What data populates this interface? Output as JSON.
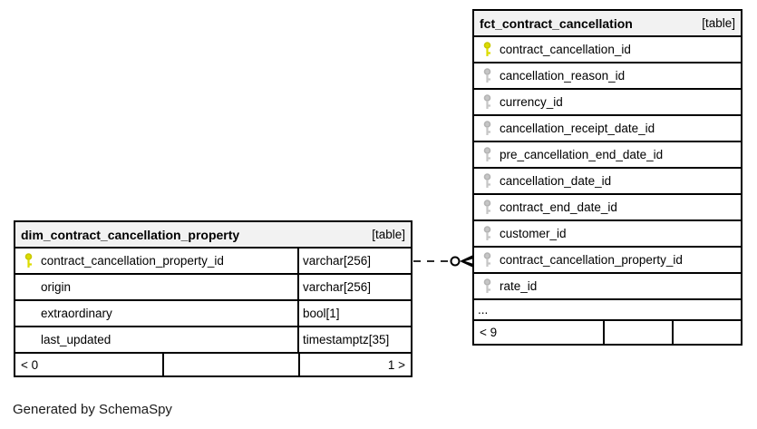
{
  "page": {
    "credit": "Generated by SchemaSpy"
  },
  "colors": {
    "primary_key": "#dcdc00",
    "foreign_key": "#c6c6c6",
    "header_background": "#f2f2f2",
    "table_border": "#000000"
  },
  "tables": {
    "dim": {
      "title": "dim_contract_cancellation_property",
      "tag": "[table]",
      "rows": [
        {
          "name": "contract_cancellation_property_id",
          "type": "varchar[256]",
          "key": "primary"
        },
        {
          "name": "origin",
          "type": "varchar[256]",
          "key": ""
        },
        {
          "name": "extraordinary",
          "type": "bool[1]",
          "key": ""
        },
        {
          "name": "last_updated",
          "type": "timestamptz[35]",
          "key": ""
        }
      ],
      "footer": {
        "left": "< 0",
        "middle": "",
        "right": "1 >"
      }
    },
    "fct": {
      "title": "fct_contract_cancellation",
      "tag": "[table]",
      "rows": [
        {
          "name": "contract_cancellation_id",
          "key": "primary"
        },
        {
          "name": "cancellation_reason_id",
          "key": "foreign"
        },
        {
          "name": "currency_id",
          "key": "foreign"
        },
        {
          "name": "cancellation_receipt_date_id",
          "key": "foreign"
        },
        {
          "name": "pre_cancellation_end_date_id",
          "key": "foreign"
        },
        {
          "name": "cancellation_date_id",
          "key": "foreign"
        },
        {
          "name": "contract_end_date_id",
          "key": "foreign"
        },
        {
          "name": "customer_id",
          "key": "foreign"
        },
        {
          "name": "contract_cancellation_property_id",
          "key": "foreign"
        },
        {
          "name": "rate_id",
          "key": "foreign"
        }
      ],
      "more_indicator": "...",
      "footer": {
        "left": "< 9",
        "middle": "",
        "right": ""
      }
    }
  },
  "relationship": {
    "line_style": "dashed",
    "end_notation": "zero-or-many"
  }
}
